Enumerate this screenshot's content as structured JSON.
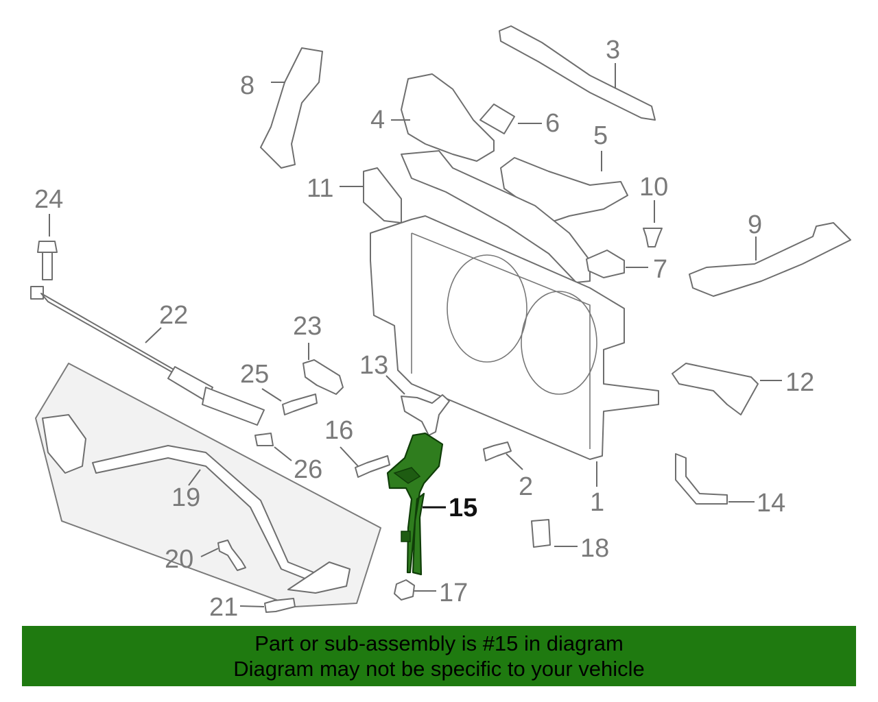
{
  "callouts": {
    "c1": "1",
    "c2": "2",
    "c3": "3",
    "c4": "4",
    "c5": "5",
    "c6": "6",
    "c7": "7",
    "c8": "8",
    "c9": "9",
    "c10": "10",
    "c11": "11",
    "c12": "12",
    "c13": "13",
    "c14": "14",
    "c15": "15",
    "c16": "16",
    "c17": "17",
    "c18": "18",
    "c19": "19",
    "c20": "20",
    "c21": "21",
    "c22": "22",
    "c23": "23",
    "c24": "24",
    "c25": "25",
    "c26": "26"
  },
  "highlight": {
    "part_number": "15",
    "color": "#2f7d1e"
  },
  "banner": {
    "line1": "Part or sub-assembly is #15 in diagram",
    "line2": "Diagram may not be specific to your vehicle",
    "background": "#1f7a10"
  }
}
